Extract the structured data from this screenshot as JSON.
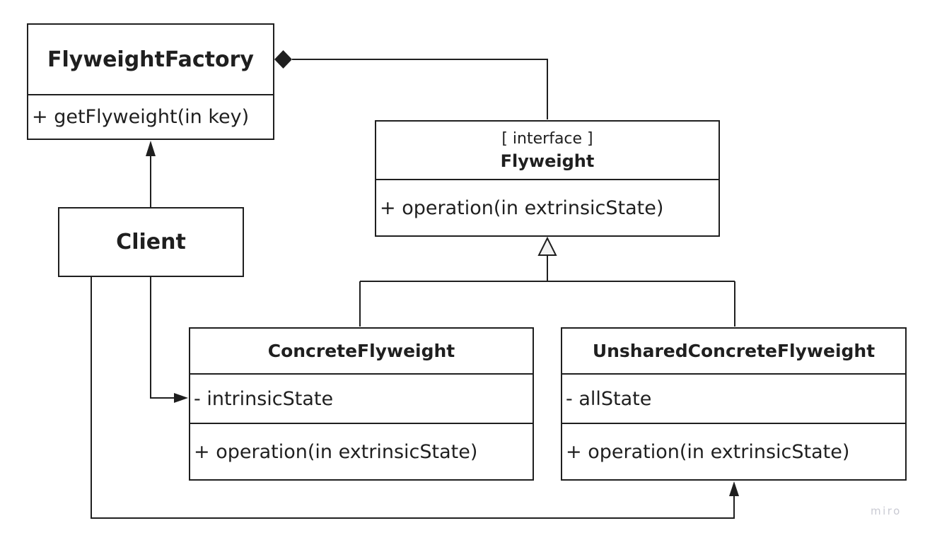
{
  "watermark": "miro",
  "colors": {
    "line": "#1f1f1f",
    "text": "#1f1f1f",
    "background": "#ffffff",
    "watermark_text": "#c9cad3",
    "triangle_fill": "#f2f2f2"
  },
  "classes": {
    "flyweight_factory": {
      "name": "FlyweightFactory",
      "method": "+ getFlyweight(in key)"
    },
    "flyweight": {
      "stereotype": "[ interface ]",
      "name": "Flyweight",
      "method": "+ operation(in extrinsicState)"
    },
    "client": {
      "name": "Client"
    },
    "concrete_flyweight": {
      "name": "ConcreteFlyweight",
      "attribute": "- intrinsicState",
      "method": "+ operation(in extrinsicState)"
    },
    "unshared_concrete_flyweight": {
      "name": "UnsharedConcreteFlyweight",
      "attribute": "- allState",
      "method": "+ operation(in extrinsicState)"
    }
  },
  "relationships": [
    {
      "type": "composition",
      "owner": "FlyweightFactory",
      "part": "Flyweight",
      "marker": "filled-diamond"
    },
    {
      "type": "generalization",
      "child": "ConcreteFlyweight",
      "parent": "Flyweight",
      "marker": "hollow-triangle"
    },
    {
      "type": "generalization",
      "child": "UnsharedConcreteFlyweight",
      "parent": "Flyweight",
      "marker": "hollow-triangle"
    },
    {
      "type": "directed-association",
      "from": "Client",
      "to": "FlyweightFactory",
      "marker": "filled-arrow"
    },
    {
      "type": "directed-association",
      "from": "Client",
      "to": "ConcreteFlyweight",
      "marker": "filled-arrow"
    },
    {
      "type": "directed-association",
      "from": "Client",
      "to": "UnsharedConcreteFlyweight",
      "marker": "filled-arrow"
    }
  ]
}
